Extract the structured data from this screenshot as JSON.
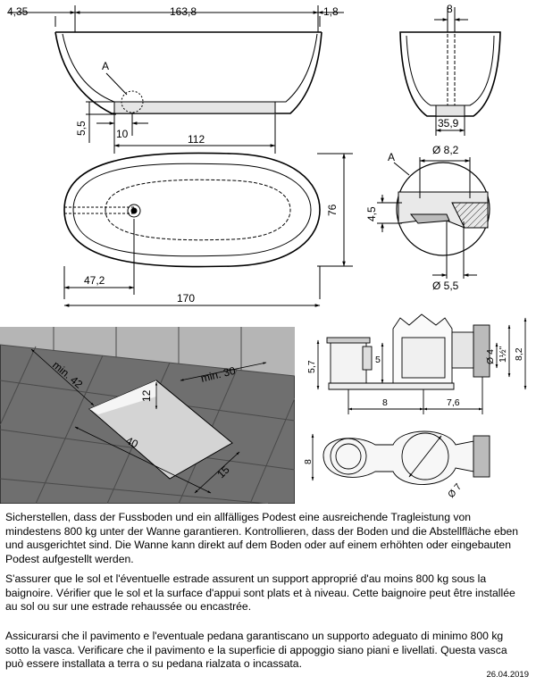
{
  "top_view": {
    "dims": {
      "left_offset": "4,35",
      "length_top": "163,8",
      "right_offset": "1,8",
      "drain_height": "5,5",
      "drain_offset": "10",
      "base_length": "112",
      "detail_marker": "A"
    }
  },
  "end_view": {
    "dims": {
      "top": "8",
      "bottom": "35,9"
    }
  },
  "plan_view": {
    "dims": {
      "width": "76",
      "drain_x": "47,2",
      "total_length": "170"
    }
  },
  "detail_a": {
    "label": "A",
    "dims": {
      "top_diameter": "Ø 8,2",
      "height": "4,5",
      "bottom_diameter": "Ø 5,5"
    }
  },
  "floor_cutout": {
    "dims": {
      "min1": "min. 42",
      "min2": "min. 30",
      "depth": "12",
      "length": "40",
      "width": "15"
    }
  },
  "siphon": {
    "dims": {
      "height_left": "5,7",
      "inner": "5",
      "pipe_diameter": "Ø 4",
      "thread": "1½\"",
      "height_right": "8,2",
      "offset1": "8",
      "offset2": "7,6",
      "plan_height": "8",
      "plan_diameter": "Ø 7"
    }
  },
  "texts": {
    "de": "Sicherstellen, dass der Fussboden und ein allfälliges Podest eine ausreichende Tragleistung von mindestens 800 kg unter der Wanne garantieren. Kontrollieren, dass der Boden und die Abstellfläche eben und ausgerichtet sind. Die Wanne kann direkt auf dem Boden oder auf einem erhöhten oder eingebauten Podest aufgestellt werden.",
    "fr": "S'assurer que le sol et l'éventuelle estrade assurent un support approprié d'au moins 800 kg sous la baignoire. Vérifier que le sol et la surface d'appui sont plats et à niveau. Cette baignoire peut être installée au sol ou sur une estrade rehaussée ou encastrée.",
    "it": "Assicurarsi che il pavimento e l'eventuale pedana garantiscano un supporto adeguato di minimo 800 kg sotto la vasca. Verificare che il pavimento e la superficie di appoggio siano piani e livellati. Questa vasca può essere installata a terra o su pedana rialzata o incassata."
  },
  "date": "26.04.2019"
}
